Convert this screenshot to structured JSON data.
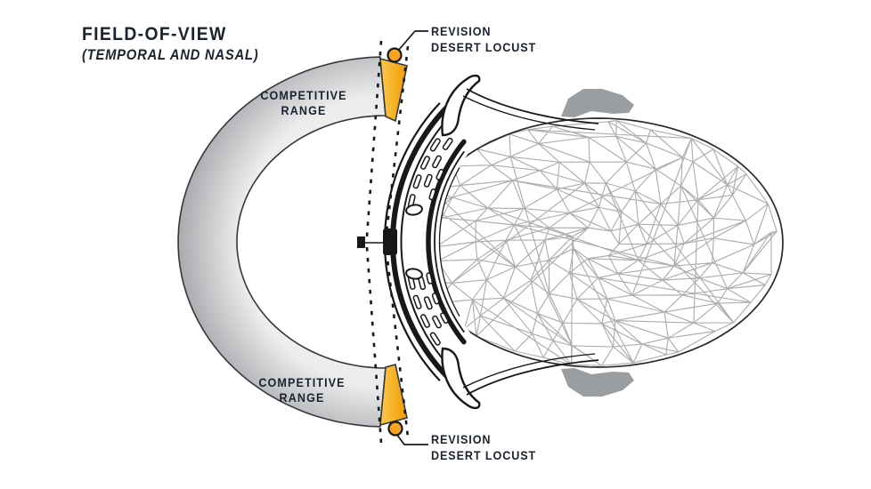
{
  "title": {
    "line1": "FIELD-OF-VIEW",
    "line2": "(TEMPORAL AND NASAL)"
  },
  "labels": {
    "competitive_top": {
      "line1": "COMPETITIVE",
      "line2": "RANGE"
    },
    "competitive_bottom": {
      "line1": "COMPETITIVE",
      "line2": "RANGE"
    },
    "revision_top": {
      "line1": "REVISION",
      "line2": "DESERT LOCUST"
    },
    "revision_bottom": {
      "line1": "REVISION",
      "line2": "DESERT LOCUST"
    }
  },
  "colors": {
    "background": "#FFFFFF",
    "ink": "#1B2230",
    "line": "#17181A",
    "ring_outline": "#33363B",
    "ring_gray_outer": "#A8AAAD",
    "ring_gray_inner": "#EDEDEE",
    "orange_light": "#FCC94E",
    "orange_deep": "#F09A00",
    "marker_orange": "#F6A41F",
    "mesh_gray": "#A7A9AC",
    "ear_gray": "#9B9EA1"
  }
}
